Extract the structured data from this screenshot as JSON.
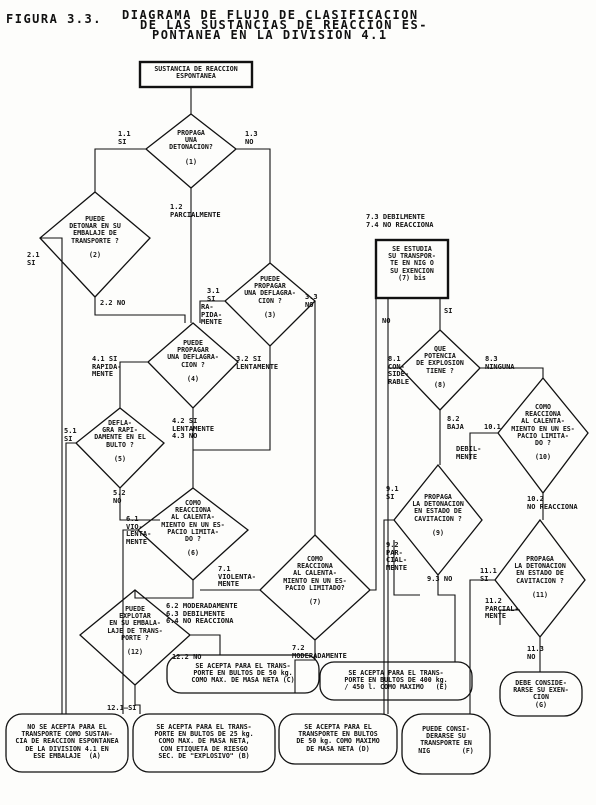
{
  "figure": {
    "number": "FIGURA 3.3.",
    "title_line1": "DIAGRAMA DE FLUJO DE CLASIFICACION",
    "title_line2": "DE LAS SUSTANCIAS DE REACCION ES-",
    "title_line3": "PONTANEA EN LA DIVISION 4.1"
  },
  "nodes": {
    "start": "SUSTANCIA DE REACCION\nESPONTANEA",
    "q1": "PROPAGA\nUNA\nDETONACION?\n\n(1)",
    "q2": "PUEDE\nDETONAR EN SU\nEMBALAJE DE\nTRANSPORTE ?\n\n(2)",
    "q3": "PUEDE\nPROPAGAR\nUNA DEFLAGRA-\nCION ?\n\n(3)",
    "q4": "PUEDE\nPROPAGAR\nUNA DEFLAGRA-\nCION ?\n\n(4)",
    "q5": "DEFLA-\nGRA RAPI-\nDAMENTE EN EL\nBULTO ?\n\n(5)",
    "q6": "COMO\nREACCIONA\nAL CALENTA-\nMIENTO EN UN ES-\nPACIO LIMITA-\nDO ?\n\n(6)",
    "q7": "COMO\nREACCIONA\nAL CALENTA-\nMIENTO EN UN ES-\nPACIO LIMITADO?\n\n(7)",
    "q7bis": "SE ESTUDIA\nSU TRANSPOR-\nTE EN NIG O\nSU EXENCION\n(7) bis",
    "q8": "QUE\nPOTENCIA\nDE EXPLOSION\nTIENE ?\n\n(8)",
    "q9": "PROPAGA\nLA DETONACION\nEN ESTADO DE\nCAVITACION ?\n\n(9)",
    "q10": "COMO\nREACCIONA\nAL CALENTA-\nMIENTO EN UN ES-\nPACIO LIMITA-\nDO ?\n\n(10)",
    "q11": "PROPAGA\nLA DETONACION\nEN ESTADO DE\nCAVITACION ?\n\n(11)",
    "q12": "PUEDE\nEXPLOTAR\nEN SU EMBALA-\nLAJE DE TRANS-\nPORTE ?\n\n(12)",
    "rC": "SE ACEPTA PARA EL TRANS-\nPORTE EN BULTOS DE 50 kg.\nCOMO MAX. DE MASA NETA (C)",
    "rE": "SE ACEPTA PARA EL TRANS-\nPORTE EN BULTOS DE 400 kg.\n/ 450 l. COMO MAXIMO   (E)",
    "rG": "DEBE CONSIDE-\nRARSE SU EXEN-\nCION\n(G)",
    "rA": "NO SE ACEPTA PARA EL\nTRANSPORTE COMO SUSTAN-\nCIA DE REACCION ESPONTANEA\nDE LA DIVISION 4.1 EN\nESE EMBALAJE  (A)",
    "rB": "SE ACEPTA PARA EL TRANS-\nPORTE EN BULTOS DE 25 kg.\nCOMO MAX. DE MASA NETA,\nCON ETIQUETA DE RIESGO\nSEC. DE \"EXPLOSIVO\" (B)",
    "rD": "SE ACEPTA PARA EL\nTRANSPORTE EN BULTOS\nDE 50 kg. COMO MAXIMO\nDE MASA NETA (D)",
    "rF": "PUEDE CONSI-\nDERARSE SU\nTRANSPORTE EN\nNIG        (F)"
  },
  "labels": {
    "l11": "1.1\nSI",
    "l13": "1.3\nNO",
    "l12": "1.2\nPARCIALMENTE",
    "l21": "2.1\nSI",
    "l22": "2.2 NO",
    "l31": "3.1\nSI",
    "l31b": "RA-\nPIDA-\nMENTE",
    "l33": "3.3\nNO",
    "l32": "3.2 SI\nLENTAMENTE",
    "l41": "4.1 SI\nRAPIDA-\nMENTE",
    "l42": "4.2 SI\nLENTAMENTE\n4.3 NO",
    "l51": "5.1\nSI",
    "l52": "5.2\nNO",
    "l61": "6.1\nVIO-\nLENTA-\nMENTE",
    "l71": "7.1\nVIOLENTA-\nMENTE",
    "l6x": "6.2 MODERADAMENTE\n6.3 DEBILMENTE\n6.4 NO REACCIONA",
    "l72": "7.2\nMODERADAMENTE",
    "l73": "7.3 DEBILMENTE\n7.4 NO REACCIONA",
    "lno7b": "NO",
    "lsi7b": "SI",
    "l81": "8.1\nCON-\nSIDE-\nRABLE",
    "l82": "8.2\nBAJA",
    "l83": "8.3\nNINGUNA",
    "l101": "10.1",
    "l101b": "DEBIL-\nMENTE",
    "l102": "10.2\nNO REACCIONA",
    "l91": "9.1\nSI",
    "l92": "9.2\nPAR-\nCIAL-\nMENTE",
    "l93": "9.3 NO",
    "l111": "11.1\nSI",
    "l112": "11.2\nPARCIAL-\nMENTE",
    "l113": "11.3\nNO",
    "l122": "12.2 NO",
    "l121": "12.1—SI"
  }
}
